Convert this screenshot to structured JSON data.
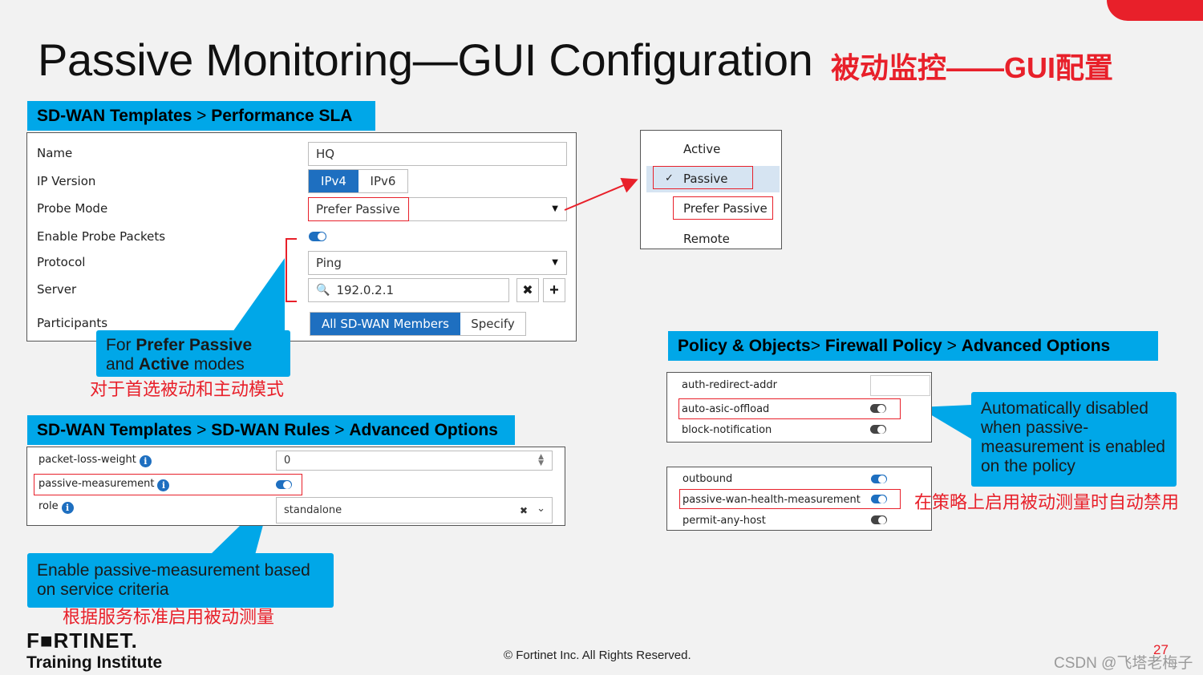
{
  "title": "Passive Monitoring—GUI Configuration",
  "title_cn": "被动监控——GUI配置",
  "sla_header": {
    "part1": "SD-WAN Templates",
    "sep": " > ",
    "part2": "Performance SLA"
  },
  "sla": {
    "name_label": "Name",
    "name_value": "HQ",
    "ip_label": "IP Version",
    "ipv4": "IPv4",
    "ipv6": "IPv6",
    "probe_label": "Probe Mode",
    "probe_value": "Prefer Passive",
    "enable_label": "Enable Probe Packets",
    "protocol_label": "Protocol",
    "protocol_value": "Ping",
    "server_label": "Server",
    "server_value": "192.0.2.1",
    "participants_label": "Participants",
    "all_members": "All SD-WAN Members",
    "specify": "Specify"
  },
  "probe_menu": {
    "items": [
      "Active",
      "Passive",
      "Prefer Passive",
      "Remote"
    ],
    "selected": "Passive"
  },
  "callout1": {
    "line1_pre": "For ",
    "line1_bold": "Prefer Passive",
    "line2_pre": "and ",
    "line2_bold": "Active",
    "line2_post": " modes",
    "cn": "对于首选被动和主动模式"
  },
  "rules_header": {
    "part1": "SD-WAN Templates",
    "sep1": " > ",
    "part2": "SD-WAN Rules",
    "sep2": " > ",
    "part3": "Advanced Options"
  },
  "rules": {
    "plw_label": "packet-loss-weight",
    "plw_value": "0",
    "pm_label": "passive-measurement",
    "role_label": "role",
    "role_value": "standalone"
  },
  "callout2": {
    "text": "Enable passive-measurement based on service criteria",
    "cn": "根据服务标准启用被动测量"
  },
  "policy_header": {
    "part1": "Policy & Objects",
    "sep1": "> ",
    "part2": "Firewall Policy",
    "sep2": " > ",
    "part3": "Advanced Options"
  },
  "policy_top": {
    "rows": [
      "auth-redirect-addr",
      "auto-asic-offload",
      "block-notification"
    ]
  },
  "policy_bottom": {
    "rows": [
      "outbound",
      "passive-wan-health-measurement",
      "permit-any-host"
    ]
  },
  "callout3": {
    "text": "Automatically disabled when passive-measurement is enabled on the policy",
    "cn": "在策略上启用被动测量时自动禁用"
  },
  "footer": {
    "logo": "F■RTINET.",
    "training": "Training Institute",
    "copyright": "© Fortinet Inc. All Rights Reserved.",
    "page": "27",
    "watermark": "CSDN @飞塔老梅子"
  },
  "colors": {
    "accent": "#00a7e8",
    "red": "#e8202a",
    "toggle_on": "#1e6fc0",
    "toggle_off": "#444444"
  }
}
